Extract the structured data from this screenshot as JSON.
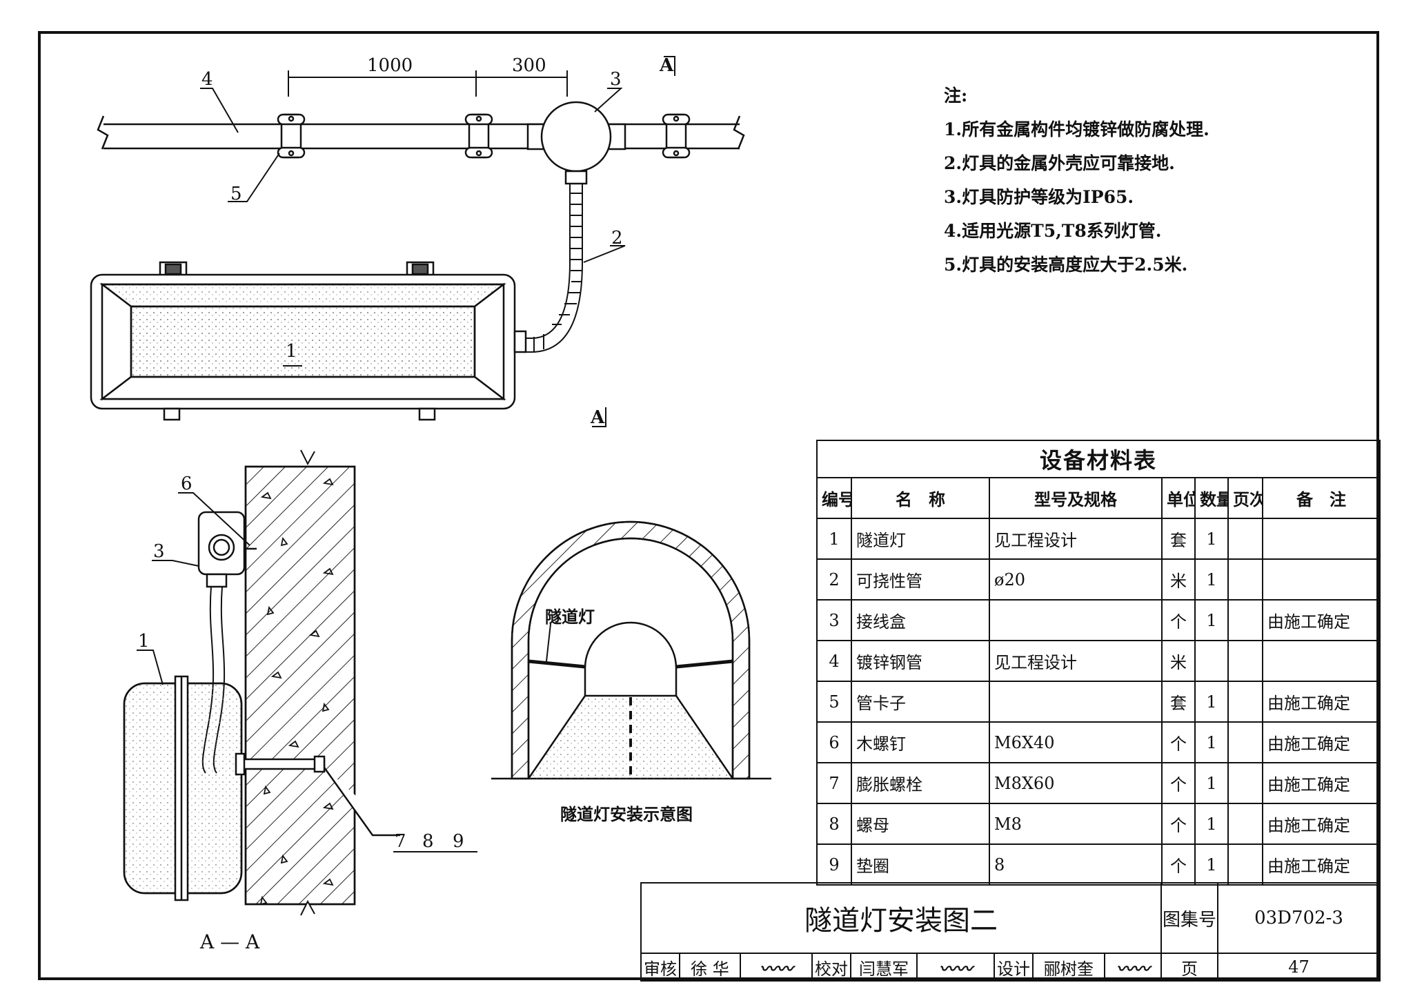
{
  "dimensions": {
    "d1": "1000",
    "d2": "300"
  },
  "section_marks": {
    "top": "A",
    "bottom": "A"
  },
  "callouts": {
    "lamp": "1",
    "hose": "2",
    "box": "3",
    "pipe": "4",
    "clamp": "5",
    "screw": "6",
    "bolt": "7",
    "nut": "8",
    "washer": "9"
  },
  "section_caption": "A — A",
  "tunnel_label": "隧道灯",
  "tunnel_caption": "隧道灯安装示意图",
  "notes": {
    "heading": "注:",
    "items": [
      "1.所有金属构件均镀锌做防腐处理.",
      "2.灯具的金属外壳应可靠接地.",
      "3.灯具防护等级为IP65.",
      "4.适用光源T5,T8系列灯管.",
      "5.灯具的安装高度应大于2.5米."
    ]
  },
  "materials": {
    "title": "设备材料表",
    "headers": [
      "编号",
      "名　称",
      "型号及规格",
      "单位",
      "数量",
      "页次",
      "备　注"
    ],
    "rows": [
      [
        "1",
        "隧道灯",
        "见工程设计",
        "套",
        "1",
        "",
        ""
      ],
      [
        "2",
        "可挠性管",
        "ø20",
        "米",
        "1",
        "",
        ""
      ],
      [
        "3",
        "接线盒",
        "",
        "个",
        "1",
        "",
        "由施工确定"
      ],
      [
        "4",
        "镀锌钢管",
        "见工程设计",
        "米",
        "",
        "",
        ""
      ],
      [
        "5",
        "管卡子",
        "",
        "套",
        "1",
        "",
        "由施工确定"
      ],
      [
        "6",
        "木螺钉",
        "M6X40",
        "个",
        "1",
        "",
        "由施工确定"
      ],
      [
        "7",
        "膨胀螺栓",
        "M8X60",
        "个",
        "1",
        "",
        "由施工确定"
      ],
      [
        "8",
        "螺母",
        "M8",
        "个",
        "1",
        "",
        "由施工确定"
      ],
      [
        "9",
        "垫圈",
        "8",
        "个",
        "1",
        "",
        "由施工确定"
      ]
    ]
  },
  "title_block": {
    "drawing_title": "隧道灯安装图二",
    "atlas_label": "图集号",
    "atlas_no": "03D702-3",
    "review_label": "审核",
    "reviewer": "徐 华",
    "check_label": "校对",
    "checker": "闫慧军",
    "design_label": "设计",
    "designer": "郦树奎",
    "page_label": "页",
    "page_no": "47"
  }
}
